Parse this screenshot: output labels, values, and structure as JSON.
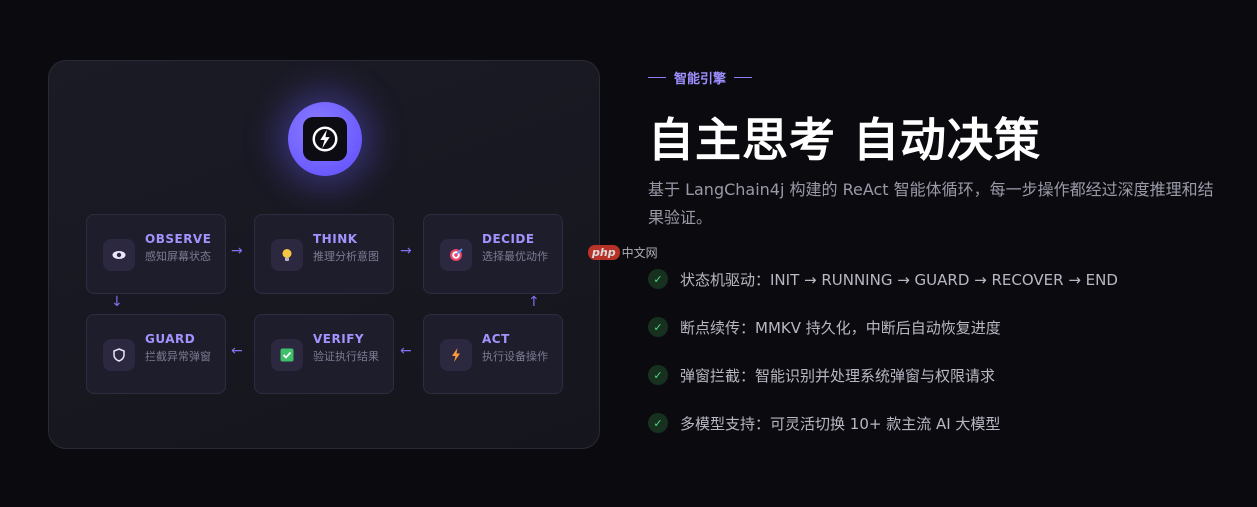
{
  "loop": {
    "steps": [
      {
        "title": "OBSERVE",
        "desc": "感知屏幕状态",
        "icon": "eye-icon"
      },
      {
        "title": "THINK",
        "desc": "推理分析意图",
        "icon": "lightbulb-icon"
      },
      {
        "title": "DECIDE",
        "desc": "选择最优动作",
        "icon": "target-icon"
      },
      {
        "title": "ACT",
        "desc": "执行设备操作",
        "icon": "lightning-icon"
      },
      {
        "title": "VERIFY",
        "desc": "验证执行结果",
        "icon": "checkbox-icon"
      },
      {
        "title": "GUARD",
        "desc": "拦截异常弹窗",
        "icon": "shield-icon"
      }
    ],
    "arrows": {
      "right": "→",
      "left": "←",
      "down": "↓",
      "up": "↑"
    }
  },
  "hero": {
    "eyebrow": "智能引擎",
    "title": "自主思考 自动决策",
    "description": "基于 LangChain4j 构建的 ReAct 智能体循环，每一步操作都经过深度推理和结果验证。"
  },
  "features": [
    {
      "text": "状态机驱动：INIT → RUNNING → GUARD → RECOVER → END"
    },
    {
      "text": "断点续传：MMKV 持久化，中断后自动恢复进度"
    },
    {
      "text": "弹窗拦截：智能识别并处理系统弹窗与权限请求"
    },
    {
      "text": "多模型支持：可灵活切换 10+ 款主流 AI 大模型"
    }
  ],
  "check_glyph": "✓",
  "watermark": {
    "badge": "php",
    "text": "中文网"
  },
  "colors": {
    "accent": "#8a7cff",
    "check": "#4ade80",
    "background": "#0b0b0f"
  }
}
